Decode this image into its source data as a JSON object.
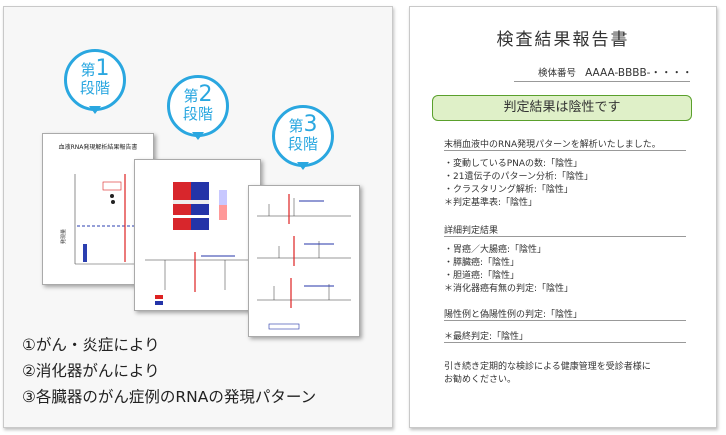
{
  "left": {
    "stage1": {
      "prefix": "第",
      "num": "1",
      "suffix": "段階"
    },
    "stage2": {
      "prefix": "第",
      "num": "2",
      "suffix": "段階"
    },
    "stage3": {
      "prefix": "第",
      "num": "3",
      "suffix": "段階"
    },
    "doc1_title": "血液RNA発現解析結果報告書",
    "captions": [
      "①がん・炎症により",
      "②消化器がんにより",
      "③各臓器のがん症例のRNAの発現パターン"
    ]
  },
  "right": {
    "title": "検査結果報告書",
    "specimen_label": "検体番号",
    "specimen_value": "AAAA-BBBB-・・・・",
    "verdict": "判定結果は陰性です",
    "section1_head": "末梢血液中のRNA発現パターンを解析いたしました。",
    "section1_items": [
      "・変動しているPNAの数:「陰性」",
      "・21遺伝子のパターン分析:「陰性」",
      "・クラスタリング解析:「陰性」",
      "＊判定基準表:「陰性」"
    ],
    "section2_head": "詳細判定結果",
    "section2_items": [
      "・胃癌／大腸癌:「陰性」",
      "・膵臓癌:「陰性」",
      "・胆道癌:「陰性」",
      "＊消化器癌有無の判定:「陰性」"
    ],
    "pos_neg": "陽性例と偽陽性例の判定:「陰性」",
    "final": "＊最終判定:「陰性」",
    "closing": [
      "引き続き定期的な検診による健康管理を受診者様に",
      "お勧めください。"
    ]
  },
  "colors": {
    "accent": "#2aa7e0",
    "verdict_bg": "#dff0c8",
    "verdict_border": "#5aa02c"
  }
}
